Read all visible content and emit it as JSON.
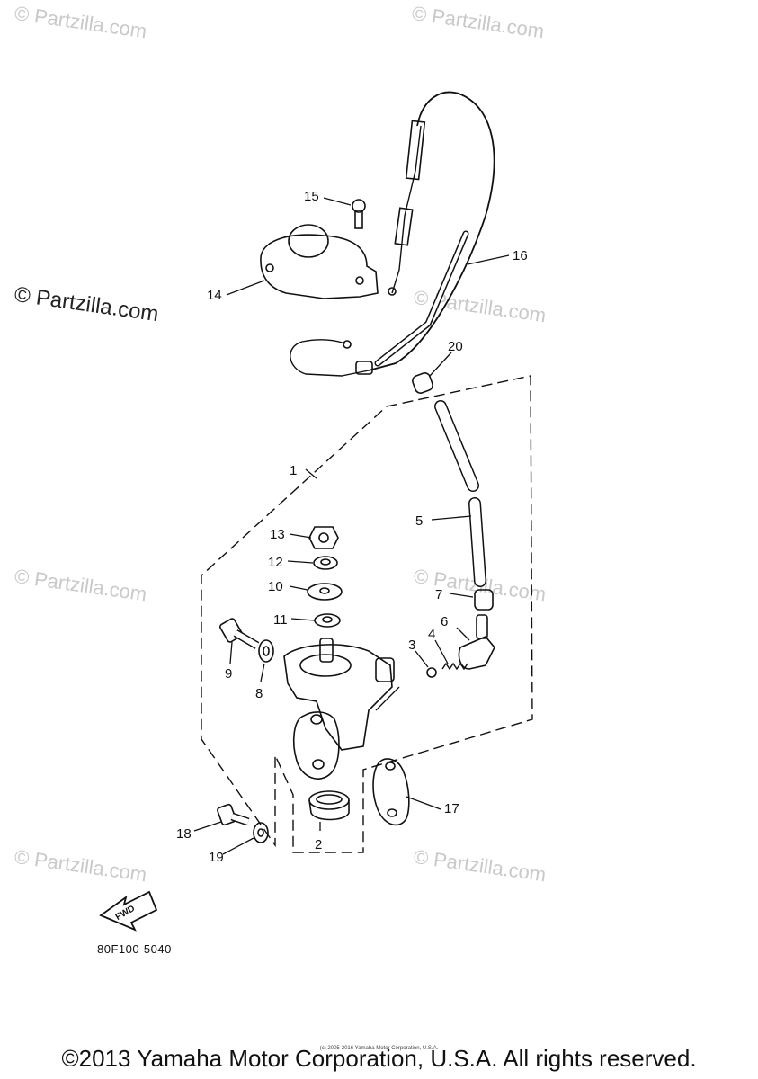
{
  "watermarks": {
    "faint": "© Partzilla.com",
    "dark": "© Partzilla.com"
  },
  "callouts": [
    {
      "id": "1",
      "label": "1"
    },
    {
      "id": "2",
      "label": "2"
    },
    {
      "id": "3",
      "label": "3"
    },
    {
      "id": "4",
      "label": "4"
    },
    {
      "id": "5",
      "label": "5"
    },
    {
      "id": "6",
      "label": "6"
    },
    {
      "id": "7",
      "label": "7"
    },
    {
      "id": "8",
      "label": "8"
    },
    {
      "id": "9",
      "label": "9"
    },
    {
      "id": "10",
      "label": "10"
    },
    {
      "id": "11",
      "label": "11"
    },
    {
      "id": "12",
      "label": "12"
    },
    {
      "id": "13",
      "label": "13"
    },
    {
      "id": "14",
      "label": "14"
    },
    {
      "id": "15",
      "label": "15"
    },
    {
      "id": "16",
      "label": "16"
    },
    {
      "id": "17",
      "label": "17"
    },
    {
      "id": "18",
      "label": "18"
    },
    {
      "id": "19",
      "label": "19"
    },
    {
      "id": "20",
      "label": "20"
    }
  ],
  "fwd_label": "FWD",
  "diagram_code": "80F100-5040",
  "footer": {
    "copyright": "©2013 Yamaha Motor Corporation, U.S.A. All rights reserved.",
    "small_print": "(c) 2005-2016 Yamaha Motor Corporation, U.S.A."
  },
  "colors": {
    "line": "#111111",
    "watermark": "#c9c9c9"
  }
}
